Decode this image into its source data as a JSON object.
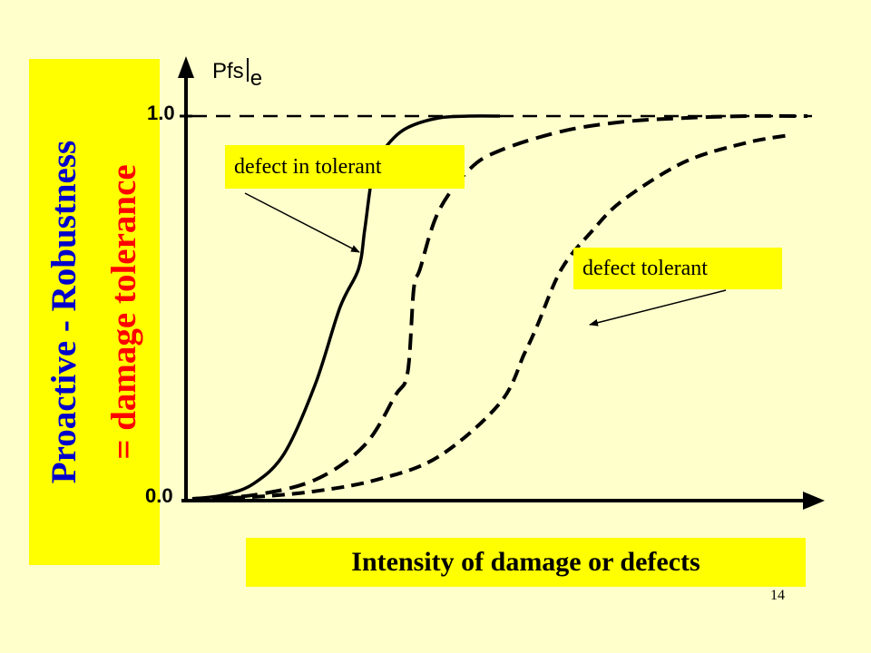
{
  "slide": {
    "side_title_line1": "Proactive - Robustness",
    "side_title_line2": "= damage tolerance",
    "x_axis_label": "Intensity of damage or defects",
    "slide_number": "14",
    "colors": {
      "background": "#ffffcc",
      "highlight": "#ffff00",
      "title_line1": "#0000cc",
      "title_line2": "#ff0000",
      "curve": "#000000"
    }
  },
  "chart_data": {
    "type": "line",
    "y_axis_title_main": "Pfs",
    "y_axis_title_sub": "e",
    "y_ticks": [
      "1.0",
      "0.0"
    ],
    "ylim": [
      0,
      1
    ],
    "xlim": [
      0,
      1
    ],
    "reference_line": {
      "y": 1.0,
      "style": "dashed"
    },
    "annotations": [
      "defect in tolerant",
      "defect tolerant"
    ],
    "series": [
      {
        "style": "solid",
        "x": [
          0.0,
          0.05,
          0.1,
          0.15,
          0.2,
          0.24,
          0.27,
          0.28,
          0.29,
          0.3,
          0.32,
          0.35,
          0.4,
          0.45,
          0.5
        ],
        "y": [
          0.0,
          0.01,
          0.04,
          0.12,
          0.3,
          0.5,
          0.6,
          0.7,
          0.82,
          0.88,
          0.93,
          0.97,
          0.995,
          1.0,
          1.0
        ]
      },
      {
        "style": "dashed",
        "x": [
          0.0,
          0.1,
          0.2,
          0.28,
          0.33,
          0.35,
          0.36,
          0.37,
          0.4,
          0.45,
          0.5,
          0.6,
          0.7,
          0.8,
          0.9,
          1.0
        ],
        "y": [
          0.0,
          0.01,
          0.05,
          0.14,
          0.27,
          0.33,
          0.55,
          0.6,
          0.75,
          0.86,
          0.91,
          0.96,
          0.985,
          0.995,
          1.0,
          1.0
        ]
      },
      {
        "style": "dashed",
        "x": [
          0.0,
          0.1,
          0.2,
          0.3,
          0.4,
          0.5,
          0.54,
          0.56,
          0.6,
          0.65,
          0.7,
          0.8,
          0.9,
          0.97
        ],
        "y": [
          0.0,
          0.005,
          0.02,
          0.05,
          0.11,
          0.25,
          0.38,
          0.45,
          0.6,
          0.7,
          0.78,
          0.88,
          0.93,
          0.95
        ]
      }
    ]
  }
}
